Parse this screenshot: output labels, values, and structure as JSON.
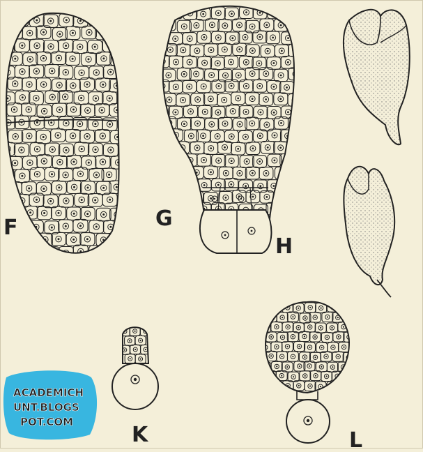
{
  "figure": {
    "labels": {
      "F": "F",
      "G": "G",
      "H": "H",
      "K": "K",
      "L": "L"
    },
    "colors": {
      "paper": "#f4efd9",
      "ink": "#222222",
      "stipple": "#777777",
      "watermark_bg": "#38b6e0"
    }
  },
  "watermark": {
    "line1": "ACADEMICH",
    "line2": "UNT.BLOGS",
    "line3": "POT.COM"
  }
}
